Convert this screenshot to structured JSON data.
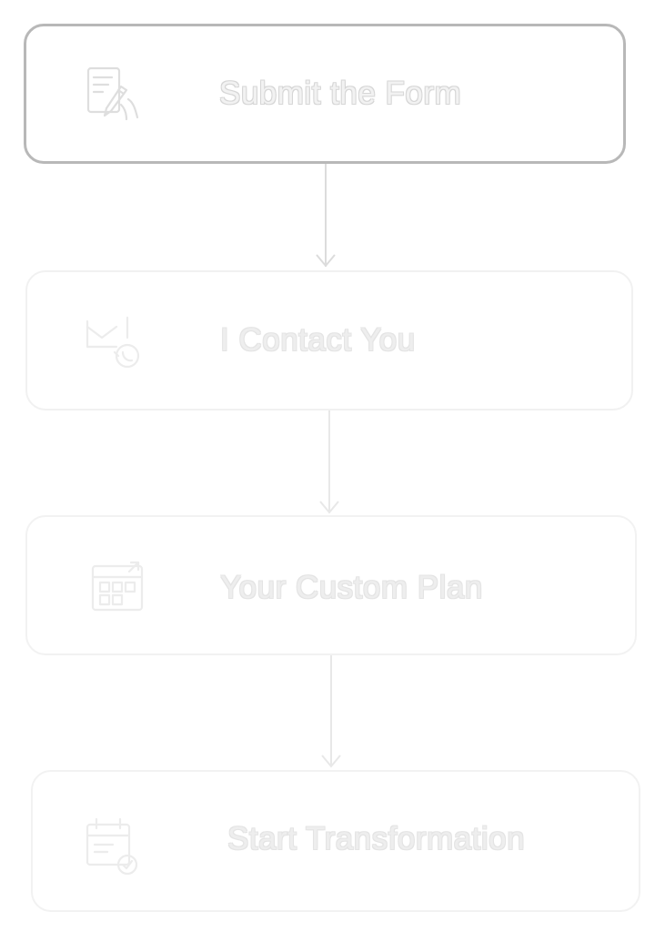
{
  "colors": {
    "background": "#ffffff",
    "active_border": "#b8b8b8",
    "faded_border": "#f1f1f1",
    "faded_text": "#e4e4e4",
    "connector": "#e6e6e6"
  },
  "steps": [
    {
      "label": "Submit the Form",
      "icon": "form-edit-icon"
    },
    {
      "label": "I Contact You",
      "icon": "contact-phone-icon"
    },
    {
      "label": "Your Custom Plan",
      "icon": "calendar-plan-icon"
    },
    {
      "label": "Start Transformation",
      "icon": "calendar-check-icon"
    }
  ]
}
